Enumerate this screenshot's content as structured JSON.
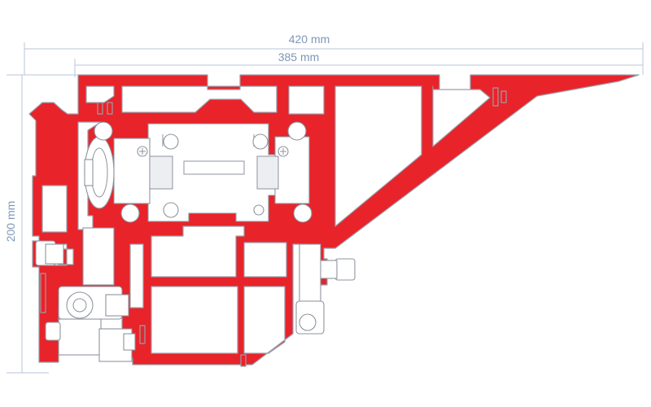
{
  "dimensions": {
    "overall_width": "420 mm",
    "inner_width": "385 mm",
    "height": "200 mm"
  },
  "colors": {
    "profile": "#e8232a",
    "outline": "#9a9ea8",
    "dimension_text": "#7d97b7",
    "dimension_line": "#b8c6d8",
    "background": "#ffffff"
  }
}
